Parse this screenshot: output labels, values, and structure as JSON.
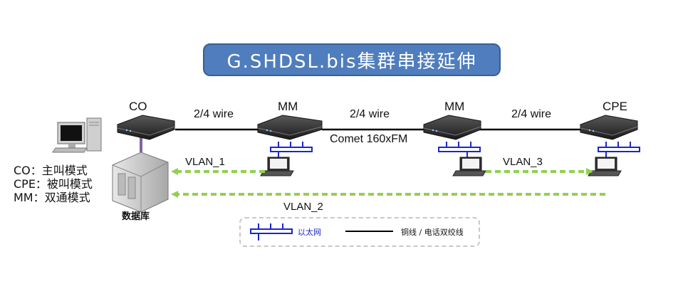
{
  "title": "G.SHDSL.bis集群串接延伸",
  "nodes": {
    "co": "CO",
    "mm1": "MM",
    "mm2": "MM",
    "cpe": "CPE"
  },
  "wires": {
    "w1": "2/4 wire",
    "w2": "2/4 wire",
    "w3": "2/4 wire"
  },
  "device_model": "Comet 160xFM",
  "vlans": {
    "v1": "VLAN_1",
    "v2": "VLAN_2",
    "v3": "VLAN_3"
  },
  "modes": [
    "CO：主叫模式",
    "CPE：被叫模式",
    "MM：双通模式"
  ],
  "database_label": "数据库",
  "legend": {
    "ethernet": "以太网",
    "copper": "铜线 / 电话双绞线"
  },
  "colors": {
    "title_bg": "#4f7dbd",
    "vlan_arrow": "#92d050",
    "ethernet_bus": "#1c28c8",
    "wire": "#000000"
  }
}
